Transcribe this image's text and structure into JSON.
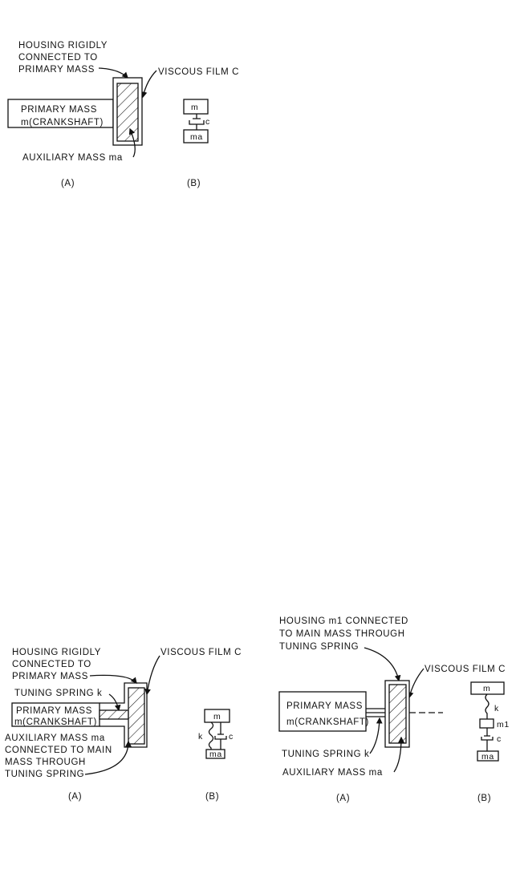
{
  "figures": [
    {
      "id": "rigid-housing-damper",
      "labels": {
        "housing": [
          "HOUSING RIGIDLY",
          "CONNECTED TO",
          "PRIMARY MASS"
        ],
        "viscous_film": "VISCOUS FILM C",
        "primary_mass": [
          "PRIMARY MASS",
          "m(CRANKSHAFT)"
        ],
        "auxiliary_mass": "AUXILIARY MASS ma",
        "part_a": "(A)",
        "part_b": "(B)"
      },
      "model": {
        "mass": "m",
        "damper": "c",
        "aux_mass": "ma"
      }
    },
    {
      "id": "tuned-aux-mass-damper",
      "labels": {
        "housing": [
          "HOUSING RIGIDLY",
          "CONNECTED TO",
          "PRIMARY MASS"
        ],
        "viscous_film": "VISCOUS FILM C",
        "tuning_spring": "TUNING SPRING k",
        "primary_mass": [
          "PRIMARY MASS",
          "m(CRANKSHAFT)"
        ],
        "auxiliary_mass": [
          "AUXILIARY MASS ma",
          "CONNECTED TO MAIN",
          "MASS THROUGH",
          "TUNING SPRING"
        ],
        "part_a": "(A)",
        "part_b": "(B)"
      },
      "model": {
        "mass": "m",
        "spring": "k",
        "damper": "c",
        "aux_mass": "ma"
      }
    },
    {
      "id": "tuned-housing-damper",
      "labels": {
        "housing": [
          "HOUSING m1 CONNECTED",
          "TO MAIN MASS THROUGH",
          "TUNING SPRING"
        ],
        "viscous_film": "VISCOUS FILM C",
        "primary_mass": [
          "PRIMARY MASS",
          "m(CRANKSHAFT)"
        ],
        "tuning_spring": "TUNING SPRING k",
        "auxiliary_mass": "AUXILIARY MASS ma",
        "part_a": "(A)",
        "part_b": "(B)"
      },
      "model": {
        "mass": "m",
        "spring": "k",
        "housing_mass": "m1",
        "damper": "c",
        "aux_mass": "ma"
      }
    }
  ]
}
